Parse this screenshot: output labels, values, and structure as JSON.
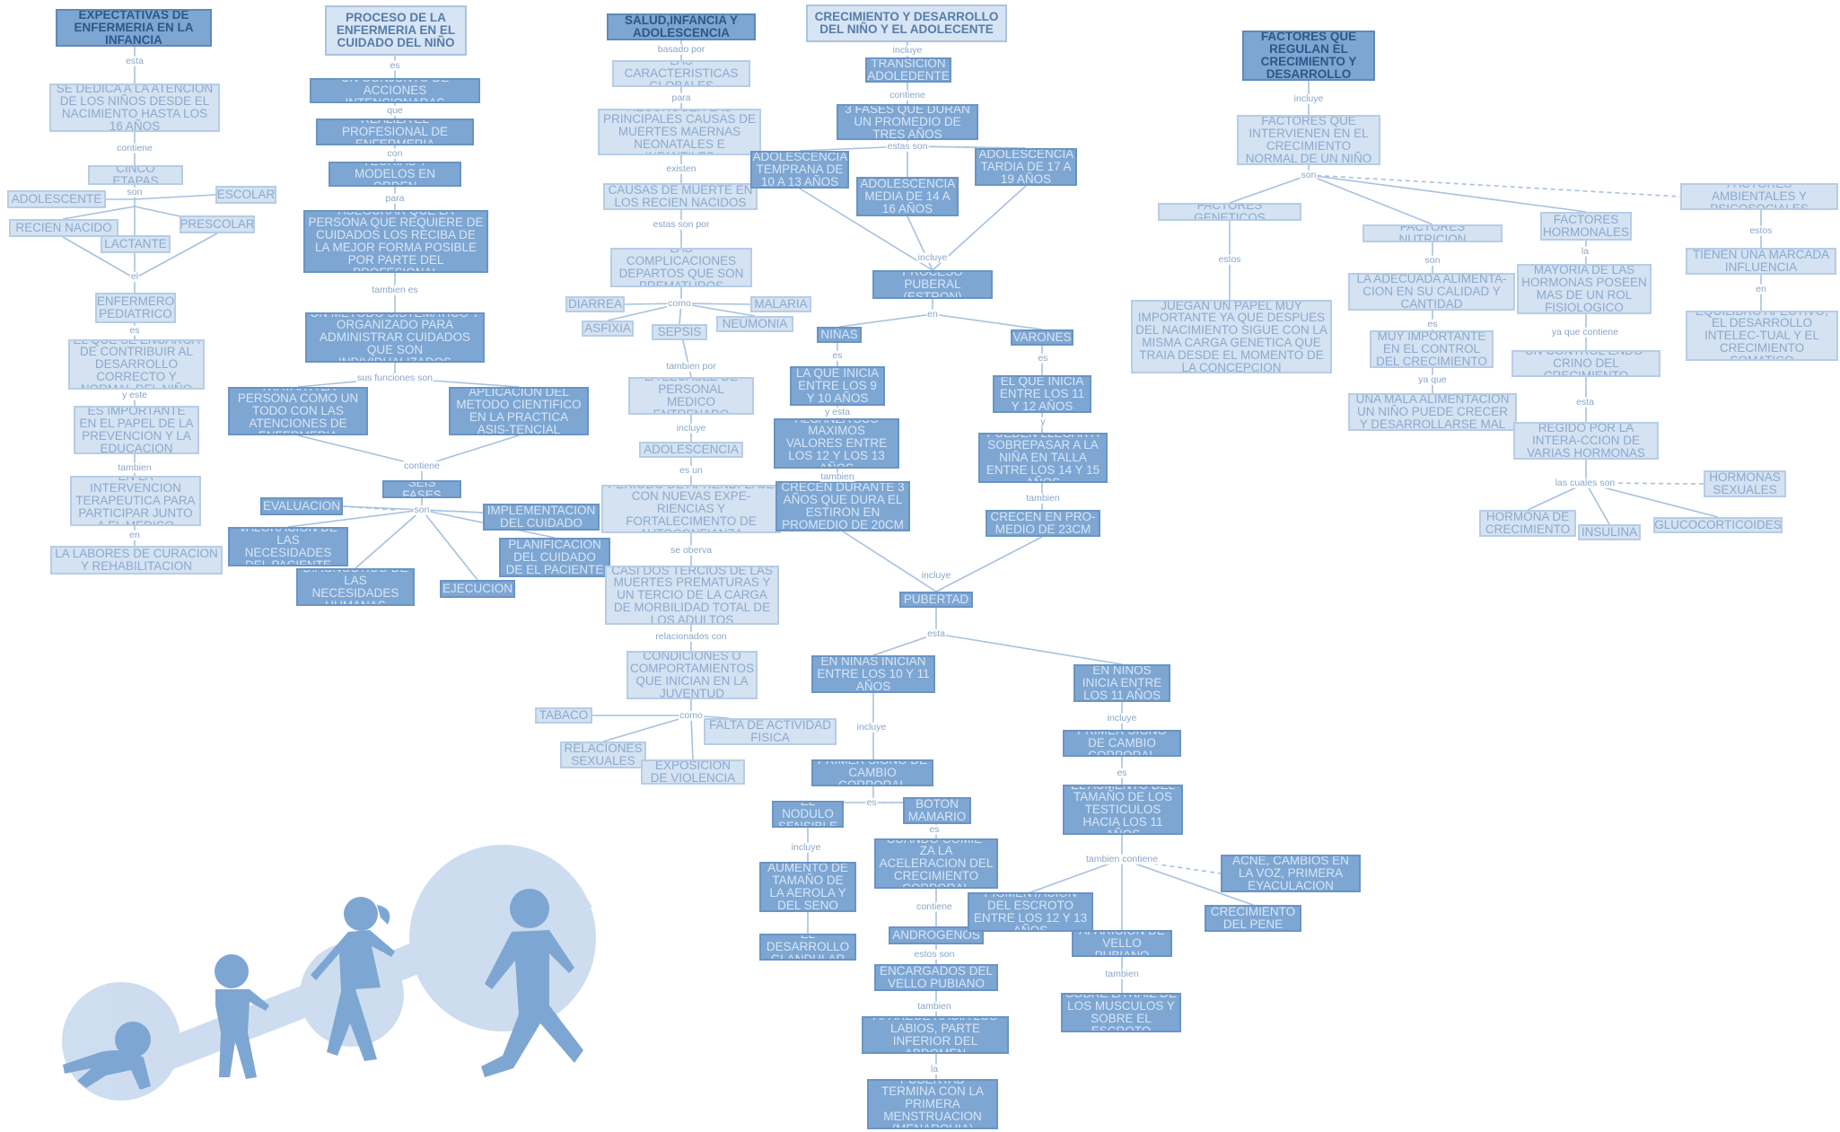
{
  "colors": {
    "light_fill": "#d4e2f2",
    "dark_fill": "#7ea6d2",
    "line": "#a7c1df",
    "silhouette": "#7ea6d2"
  },
  "nodes": {
    "n1": "EXPECTATIVAS DE ENFERMERIA EN LA INFANCIA",
    "n2": "Se dedica a la atencion de los niños desde el nacimiento hasta los 16 años",
    "n3": "Cinco etapas",
    "n4": "Adolescente",
    "n5": "Escolar",
    "n6": "Recien nacido",
    "n7": "Lactante",
    "n8": "Prescolar",
    "n9": "Enfermero pediatrico",
    "n10": "El que se encarga de contribuir al desarrollo correcto y normal del niño",
    "n11": "Es importante en el papel de la prevencion y la educacion",
    "n12": "En la intervencion terapeutica para participar junto a el medico",
    "n13": "La labores de curacion y rehabilitacion",
    "p1": "PROCESO DE LA ENFERMERIA EN EL CUIDADO DEL NIÑO",
    "p2": "Un conjunto de acciones intencionadas",
    "p3": "Realiza el profesional de enfermeria",
    "p4": "Teorias y modelos en orden",
    "p5": "Asegurar que la persona que requiere de cuidados los reciba de la mejor forma posible por parte del profesional",
    "p6": "Un metodo sistematico y organizado para administrar cuidados que son individualizados",
    "p7": "Tratar a la persona como un todo con las atenciones de enfermeria",
    "p8": "Aplicacion del metodo cientifico en la practica asis-tencial",
    "p9": "Seis fases",
    "p10": "Evaluacion",
    "p11": "Implementacion del cuidado",
    "p12": "Valoracion de las necesidades del paciente",
    "p13": "Planificacion del cuidado de el paciente",
    "p14": "Diagnostico de las necesidades humanas",
    "p15": "Ejecucion",
    "s1": "SALUD,INFANCIA Y ADOLESCENCIA",
    "s2": "Las caracteristicas globales",
    "s3": "Reconocer las principales causas de muertes maernas neonatales e infantiles",
    "s4": "Causas de muerte en los recien nacidos",
    "s5": "Las complicaciones departos que son prematuros",
    "s6": "Diarrea",
    "s7": "Malaria",
    "s8": "Asfixia",
    "s9": "Sepsis",
    "s10": "Neumonia",
    "s11": "La ezcasez de personal medico entrenado",
    "s12": "Adolescencia",
    "s13": "Periodo de aprendi-zaje con nuevas expe-riencias y fortalecimento de autoconfianza",
    "s14": "Casi dos tercios de las muertes prematuras y un tercio de la carga de morbilidad total de los adultos",
    "s15": "Condiciones o comportamientos que inician en la juventud",
    "s16": "Tabaco",
    "s17": "Falta de actividad fisica",
    "s18": "Relaciones sexuales",
    "s19": "Exposicion de violencia",
    "c1": "CRECIMIENTO Y DESARROLLO DEL NIÑO Y EL ADOLECENTE",
    "c2": "Transicion adoledente",
    "c3": "3 fases que duran un promedio de tres años",
    "c4": "Adolescencia temprana de 10 a 13 años",
    "c5": "Adolescencia media de 14 a 16 años",
    "c6": "Adolescencia tardia de 17 a 19 años",
    "c7": "Proceso puberal (estron)",
    "c8": "Niñas",
    "c9": "Varones",
    "c10": "La que inicia entre los 9 y 10 años",
    "c11": "Alcanza sus maximos valores entre los 12 y los 13 años",
    "c12": "Crecen durante 3 años que dura el estiron en promedio de 20cm",
    "c13": "El que inicia entre los 11 y 12 años",
    "c14": "Pueden llegar a sobrepasar a la niña en talla entre los 14 y 15 años",
    "c15": "Crecen en pro-medio de 23cm",
    "c16": "Pubertad",
    "c17": "En niñas inician entre los 10 y 11 años",
    "c18": "En niños inicia entre los 11 años",
    "c19": "Primer signo de cambio corporal",
    "c20": "El nodulo sensible",
    "c21": "Boton mamario",
    "c22": "Aumento de tamaño de la aerola y del seno",
    "c23": "Cuando comie-za la aceleracion del crecimiento corporal",
    "c24": "El desarrollo glandular",
    "c25": "Androgenos",
    "c26": "Encargados del vello pubiano",
    "c27": "Aparece hacia los labios, parte inferior del abdomen",
    "c28": "Pubertad termina con la primera menstruacion (menarquia)",
    "c29": "Primer signo de cambio corporal",
    "c30": "El aumento del tamaño de los testiculos hacia los 11 años",
    "c31": "Acne, cambios en la voz, primera eyaculacion",
    "c32": "Pigmentacion del escroto entre los 12 y 13 años",
    "c33": "Aparicion de vello pubiano",
    "c34": "Crecimiento del pene",
    "c35": "Sobre la raiz de los musculos y sobre el escroto",
    "f1": "FACTORES QUE REGULAN EL CRECIMIENTO Y DESARROLLO",
    "f2": "Factores que intervienen en el crecimiento normal de un niño",
    "f3": "Factores geneticos",
    "f4": "Factores nutricion",
    "f5": "Factores hormonales",
    "f6": "Factores ambientales y psicosociales",
    "f7": "Juegan un papel muy importante ya que despues del nacimiento sigue con la misma carga genetica que traia desde el momento de la concepcion",
    "f8": "La adecuada alimenta-cion en su calidad y cantidad",
    "f9": "Muy importante en el control del crecimiento",
    "f10": "Una mala alimentacion un niño puede crecer y desarrollarse mal",
    "f11": "Mayoria de las hormonas poseen mas de un rol fisiologico",
    "f12": "Un control endo-crino del crecimiento",
    "f13": "Regido por la intera-ccion de varias hormonas",
    "f14": "Hormonas sexuales",
    "f15": "Hormona de crecimiento",
    "f16": "Insulina",
    "f17": "Glucocorticoides",
    "f18": "Tienen una marcada influencia",
    "f19": "Equilibro afectivo, el desarrollo intelec-tual y el crecimiento somatico"
  },
  "labels": {
    "l1": "esta",
    "l2": "contiene",
    "l3": "son",
    "l4": "el",
    "l5": "es",
    "l6": "y este",
    "l7": "tambien",
    "l8": "en",
    "l9": "es",
    "l10": "que",
    "l11": "con",
    "l12": "para",
    "l13": "tambien es",
    "l14": "sus funciones son",
    "l15": "contiene",
    "l16": "son",
    "l17": "basado por",
    "l18": "para",
    "l19": "existen",
    "l20": "estas son por",
    "l21": "como",
    "l22": "tambien por",
    "l23": "incluye",
    "l24": "es un",
    "l25": "se oberva",
    "l26": "relacionados con",
    "l27": "como",
    "l28": "incluye",
    "l29": "contiene",
    "l30": "estas son",
    "l31": "incluye",
    "l32": "en",
    "l33": "es",
    "l34": "y esta",
    "l35": "tambien",
    "l36": "es",
    "l37": "y",
    "l38": "tambien",
    "l39": "incluye",
    "l40": "esta",
    "l41": "incluye",
    "l42": "es",
    "l43": "incluye",
    "l44": "es",
    "l45": "contiene",
    "l46": "estos son",
    "l47": "tambien",
    "l48": "la",
    "l49": "incluye",
    "l50": "es",
    "l51": "tambien contiene",
    "l52": "tambien",
    "l53": "incluye",
    "l54": "son",
    "l55": "estos",
    "l56": "son",
    "l57": "es",
    "l58": "ya que",
    "l59": "la",
    "l60": "ya que contiene",
    "l61": "esta",
    "l62": "las cuales son",
    "l63": "estos",
    "l64": "en"
  }
}
